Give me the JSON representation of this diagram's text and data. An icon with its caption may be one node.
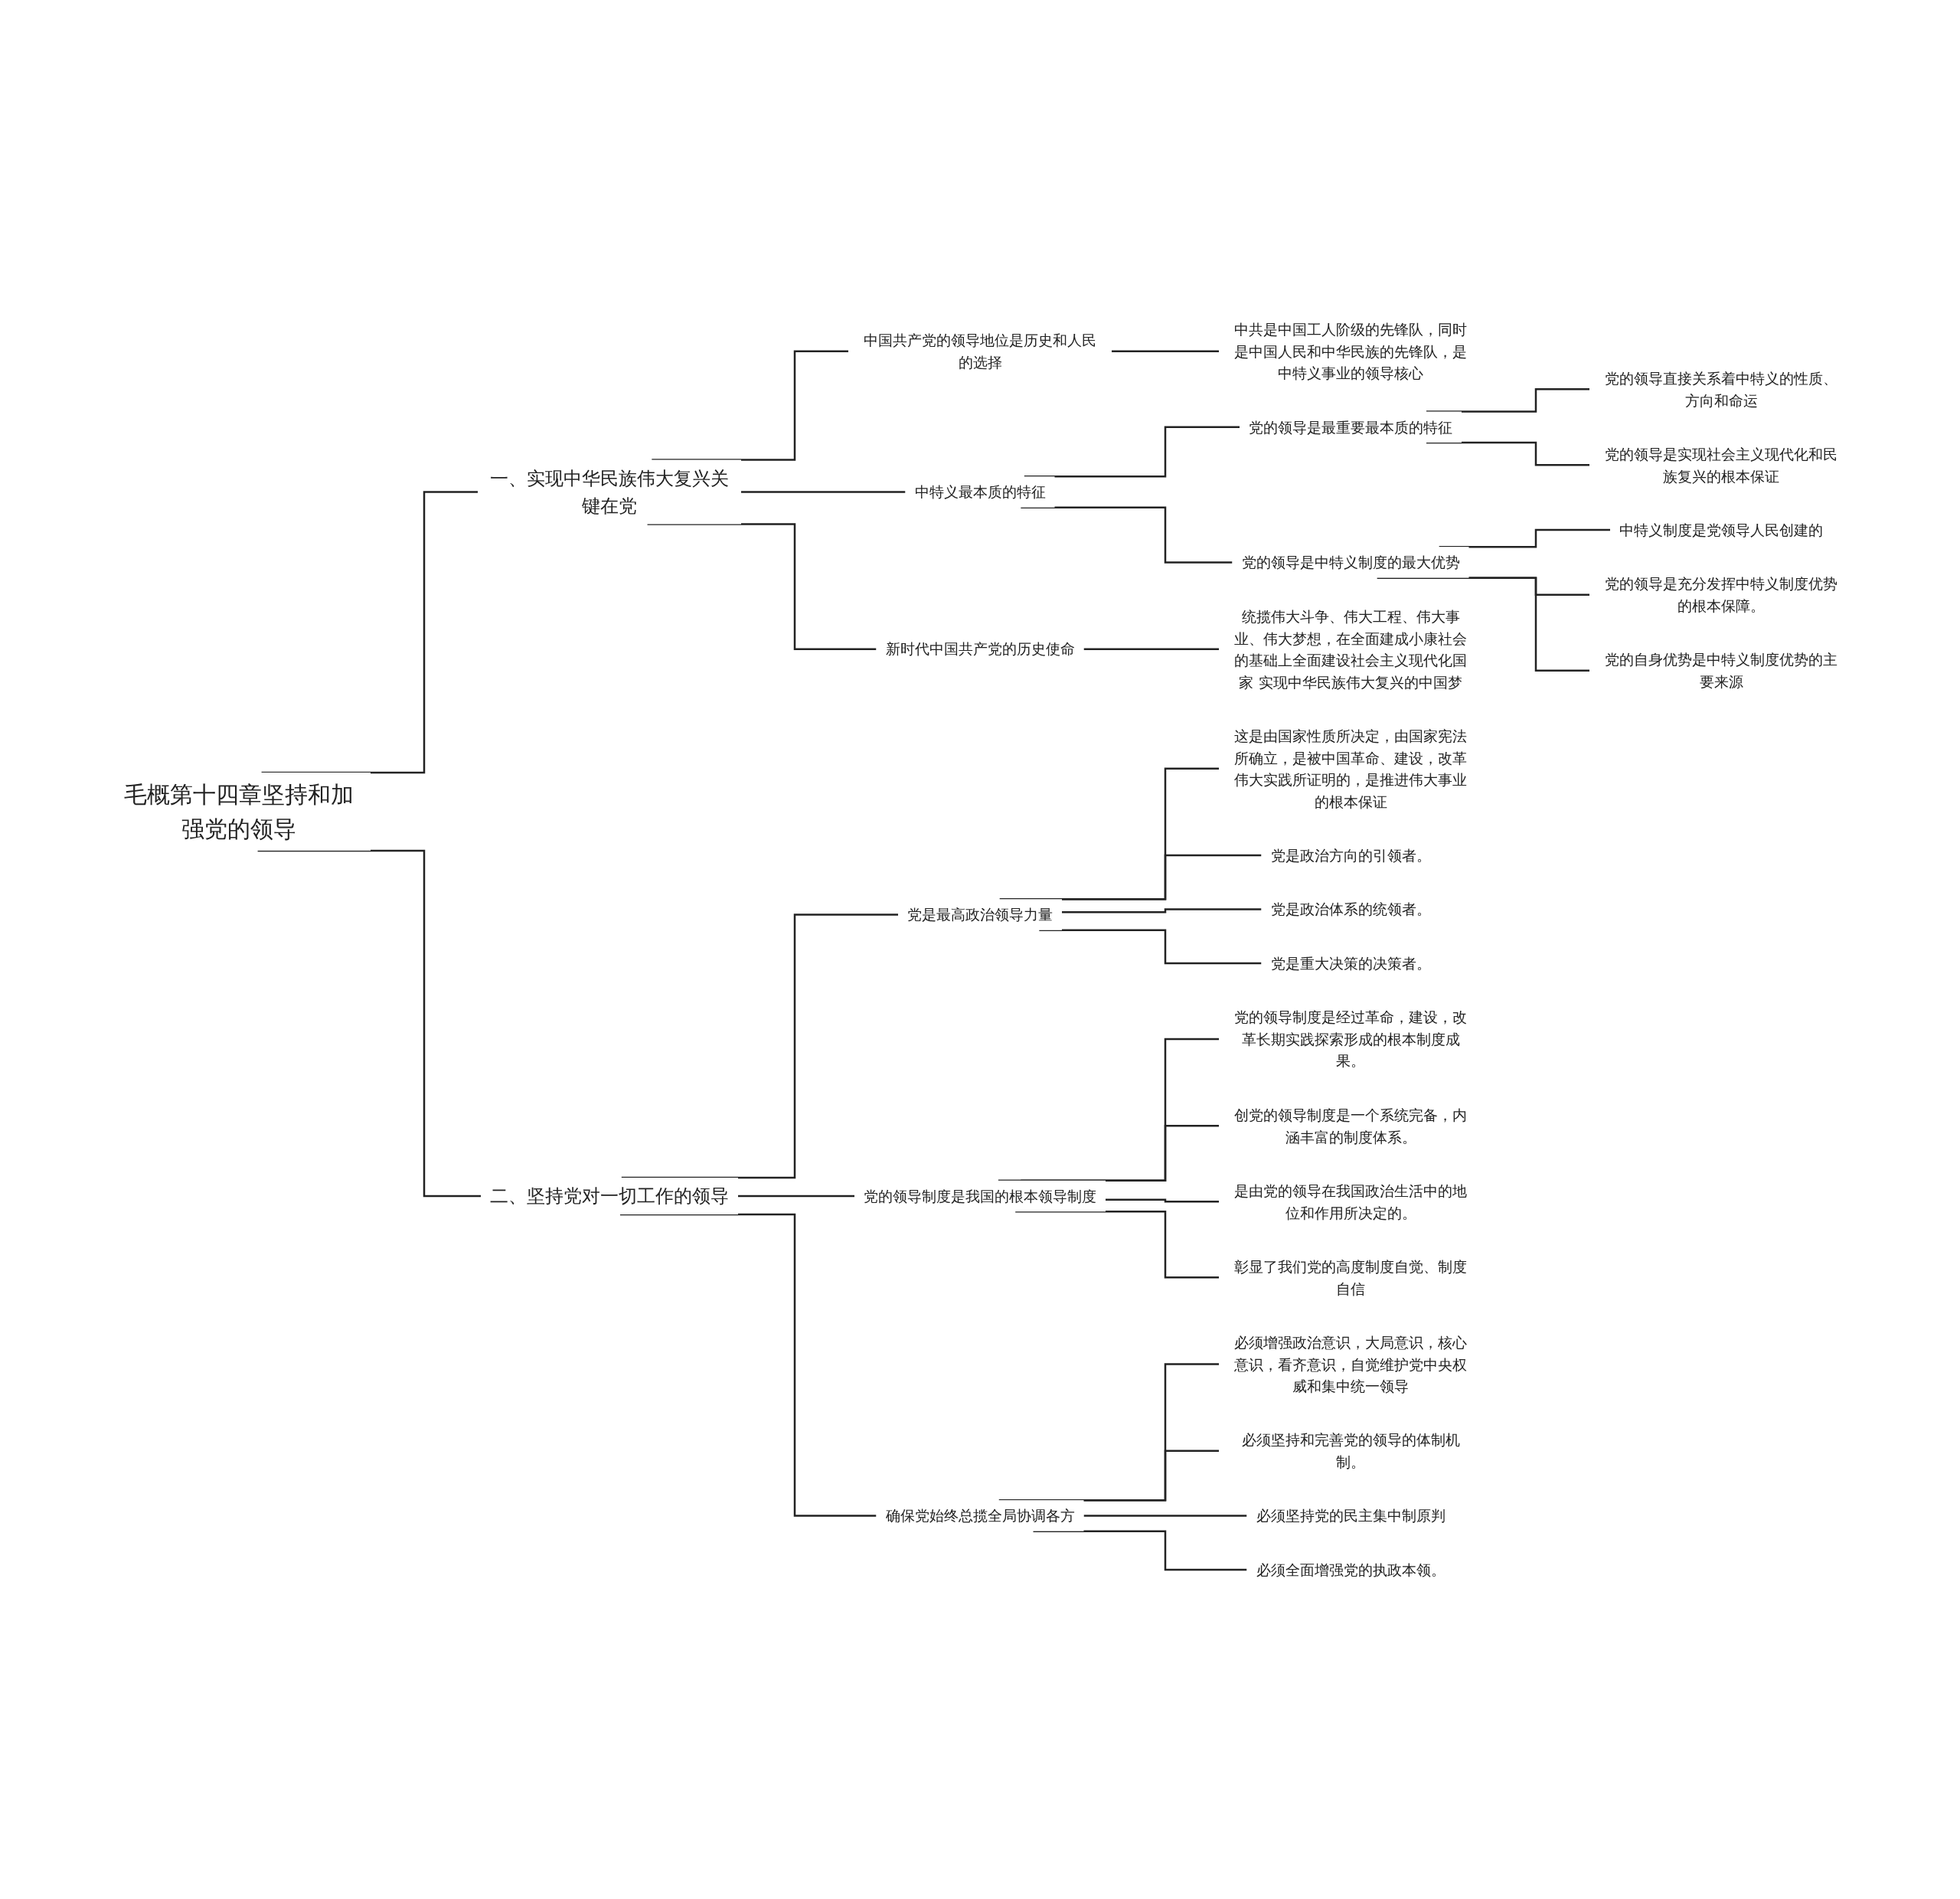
{
  "diagram": {
    "nodes": [
      {
        "text": [
          "毛概第十四章坚持和加强党的领导"
        ]
      },
      {
        "text": [
          "一、实现中华民族伟大复兴关键在党"
        ]
      },
      {
        "text": [
          "中国共产党的领导地位是历史和人民的选择"
        ]
      },
      {
        "text": [
          "中共是中国工人阶级的先锋队，同时是中国人民和中华民族的先锋队，是中特义事业的领导核心"
        ]
      },
      {
        "text": [
          "中特义最本质的特征"
        ]
      },
      {
        "text": [
          "党的领导是最重要最本质的特征"
        ]
      },
      {
        "text": [
          "党的领导直接关系着中特义的性质、方向和命运"
        ]
      },
      {
        "text": [
          "党的领导是实现社会主义现代化和民族复兴的根本保证"
        ]
      },
      {
        "text": [
          "党的领导是中特义制度的最大优势"
        ]
      },
      {
        "text": [
          "中特义制度是党领导人民创建的"
        ]
      },
      {
        "text": [
          "党的领导是充分发挥中特义制度优势的根本保障。"
        ]
      },
      {
        "text": [
          "党的自身优势是中特义制度优势的主要来源"
        ]
      },
      {
        "text": [
          "新时代中国共产党的历史使命"
        ]
      },
      {
        "text": [
          "统揽伟大斗争、伟大工程、伟大事业、伟大梦想，在全面建成小康社会的基础上全面建设社会主义现代化国家 实现中华民族伟大复兴的中国梦"
        ]
      },
      {
        "text": [
          "二、坚持党对一切工作的领导"
        ]
      },
      {
        "text": [
          "党是最高政治领导力量"
        ]
      },
      {
        "text": [
          "这是由国家性质所决定，由国家宪法所确立，是被中国革命、建设，改革伟大实践所证明的，是推进伟大事业的根本保证"
        ]
      },
      {
        "text": [
          "党是政治方向的引领者。"
        ]
      },
      {
        "text": [
          "党是政治体系的统领者。"
        ]
      },
      {
        "text": [
          "党是重大决策的决策者。"
        ]
      },
      {
        "text": [
          "党的领导制度是我国的根本领导制度"
        ]
      },
      {
        "text": [
          "党的领导制度是经过革命，建设，改革长期实践探索形成的根本制度成果。"
        ]
      },
      {
        "text": [
          "创党的领导制度是一个系统完备，内涵丰富的制度体系。"
        ]
      },
      {
        "text": [
          "是由党的领导在我国政治生活中的地位和作用所决定的。"
        ]
      },
      {
        "text": [
          "彰显了我们党的高度制度自觉、制度自信"
        ]
      },
      {
        "text": [
          "确保党始终总揽全局协调各方"
        ]
      },
      {
        "text": [
          "必须增强政治意识，大局意识，核心意识，看齐意识，自觉维护党中央权威和集中统一领导"
        ]
      },
      {
        "text": [
          "必须坚持和完善党的领导的体制机制。"
        ]
      },
      {
        "text": [
          "必须坚持党的民主集中制原判"
        ]
      },
      {
        "text": [
          "必须全面增强党的执政本领。"
        ]
      }
    ],
    "edges": [
      {
        "from": 0,
        "to": 1,
        "arrow": "none"
      },
      {
        "from": 1,
        "to": 2,
        "arrow": "none"
      },
      {
        "from": 2,
        "to": 3,
        "arrow": "none"
      },
      {
        "from": 1,
        "to": 4,
        "arrow": "none"
      },
      {
        "from": 4,
        "to": 5,
        "arrow": "none"
      },
      {
        "from": 5,
        "to": 6,
        "arrow": "none"
      },
      {
        "from": 5,
        "to": 7,
        "arrow": "none"
      },
      {
        "from": 4,
        "to": 8,
        "arrow": "none"
      },
      {
        "from": 8,
        "to": 9,
        "arrow": "none"
      },
      {
        "from": 8,
        "to": 10,
        "arrow": "none"
      },
      {
        "from": 8,
        "to": 11,
        "arrow": "none"
      },
      {
        "from": 1,
        "to": 12,
        "arrow": "none"
      },
      {
        "from": 12,
        "to": 13,
        "arrow": "none"
      },
      {
        "from": 0,
        "to": 14,
        "arrow": "none"
      },
      {
        "from": 14,
        "to": 15,
        "arrow": "none"
      },
      {
        "from": 15,
        "to": 16,
        "arrow": "none"
      },
      {
        "from": 15,
        "to": 17,
        "arrow": "none"
      },
      {
        "from": 15,
        "to": 18,
        "arrow": "none"
      },
      {
        "from": 15,
        "to": 19,
        "arrow": "none"
      },
      {
        "from": 14,
        "to": 20,
        "arrow": "none"
      },
      {
        "from": 20,
        "to": 21,
        "arrow": "none"
      },
      {
        "from": 20,
        "to": 22,
        "arrow": "none"
      },
      {
        "from": 20,
        "to": 23,
        "arrow": "none"
      },
      {
        "from": 20,
        "to": 24,
        "arrow": "none"
      },
      {
        "from": 14,
        "to": 25,
        "arrow": "none"
      },
      {
        "from": 25,
        "to": 26,
        "arrow": "none"
      },
      {
        "from": 25,
        "to": 27,
        "arrow": "none"
      },
      {
        "from": 25,
        "to": 28,
        "arrow": "none"
      },
      {
        "from": 25,
        "to": 29,
        "arrow": "none"
      }
    ]
  }
}
